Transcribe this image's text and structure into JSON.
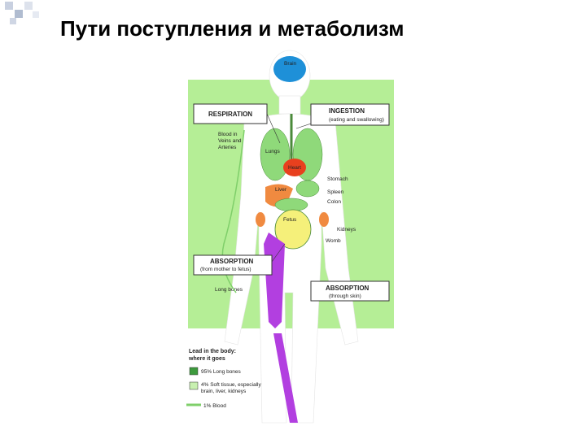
{
  "slide": {
    "title": "Пути поступления и метаболизм"
  },
  "diagram": {
    "boxes": {
      "respiration": {
        "head": "RESPIRATION"
      },
      "ingestion": {
        "head": "INGESTION",
        "sub": "(eating and swallowing)"
      },
      "absorption_mother": {
        "head": "ABSORPTION",
        "sub": "(from mother to fetus)"
      },
      "absorption_skin": {
        "head": "ABSORPTION",
        "sub": "(through skin)"
      }
    },
    "organs": {
      "brain": "Brain",
      "blood_line1": "Blood in",
      "blood_line2": "Veins and",
      "blood_line3": "Arteries",
      "lungs": "Lungs",
      "heart": "Heart",
      "stomach": "Stomach",
      "liver": "Liver",
      "spleen": "Spleen",
      "colon": "Colon",
      "fetus": "Fetus",
      "kidneys": "Kidneys",
      "womb": "Womb",
      "long_bones": "Long bones"
    },
    "legend": {
      "title_line1": "Lead in the body:",
      "title_line2": "where it goes",
      "items": [
        {
          "label": "95% Long bones",
          "color": "#3d9a3d"
        },
        {
          "label_line1": "4% Soft tissue, especially",
          "label_line2": "brain, liver, kidneys",
          "color": "#c8f0b0"
        },
        {
          "label": "1% Blood",
          "color": "#7fcf6a"
        }
      ]
    },
    "colors": {
      "background_panel": "#b5ee96",
      "body_outline": "#ffffff",
      "organs_green": "#8fd97a",
      "brain": "#1e90d8",
      "heart_liver": "#e8401e",
      "kidneys_orange": "#f08a40",
      "bones": "#b23fe0",
      "box_border": "#333333"
    }
  }
}
